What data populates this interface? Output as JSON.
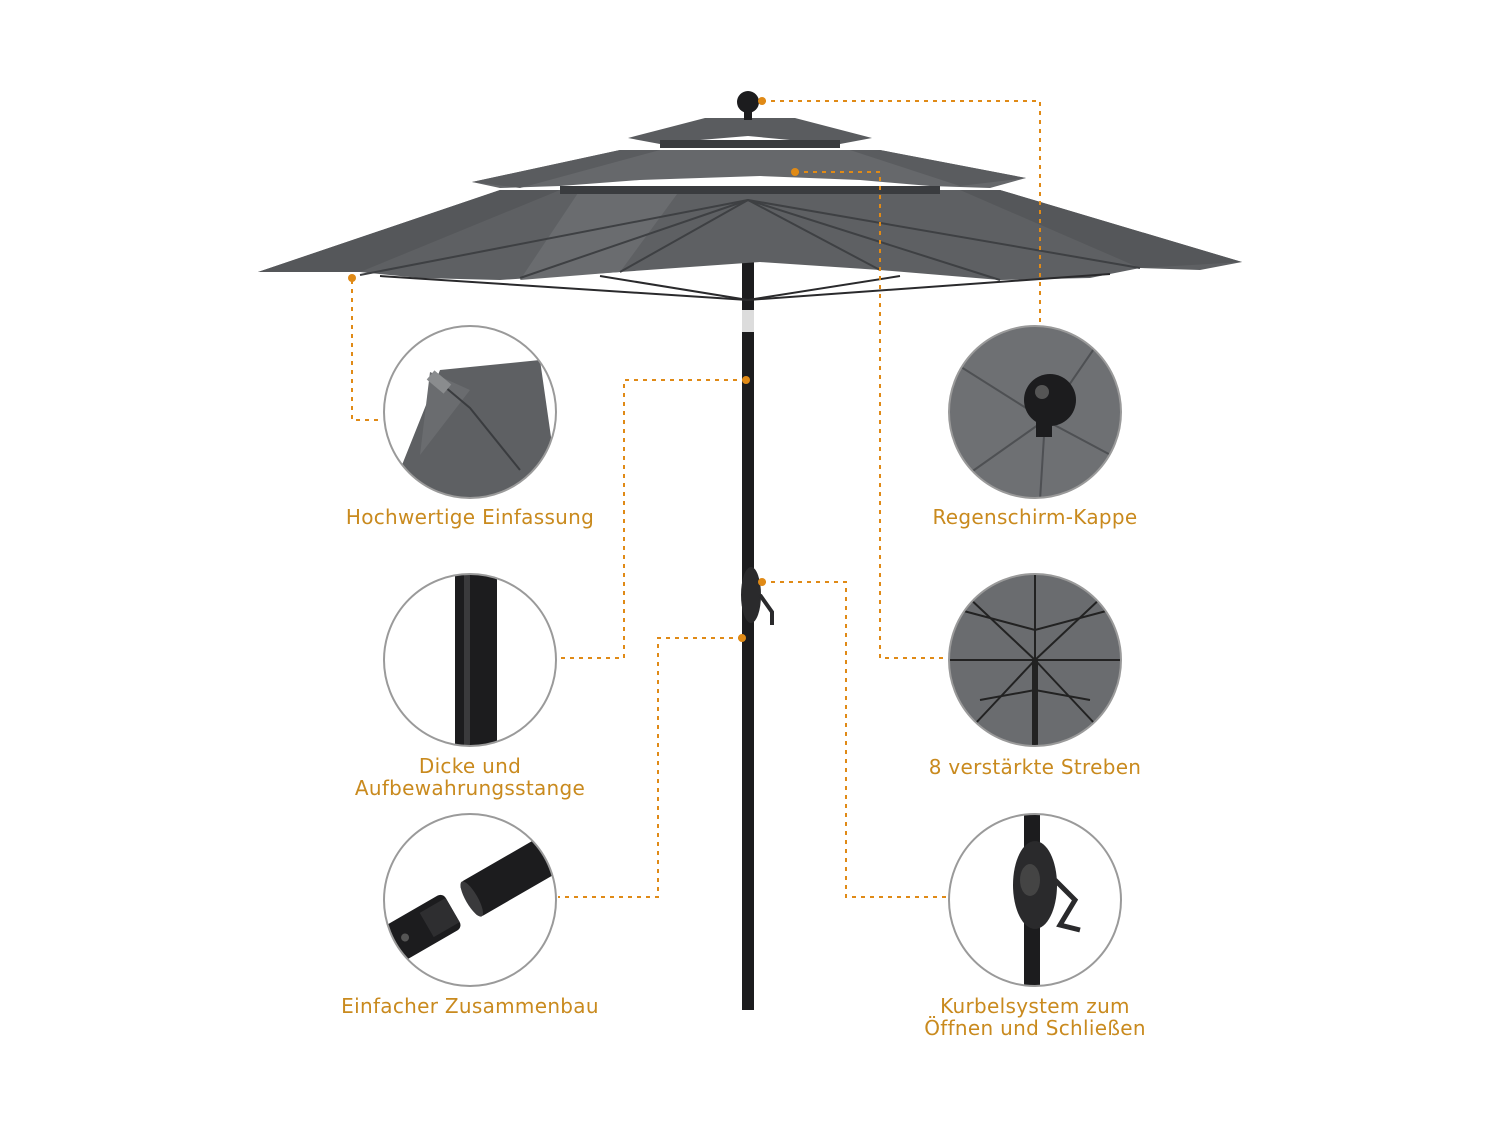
{
  "colors": {
    "accent": "#e08a16",
    "label": "#c98a1e",
    "canopy": "#5e6063",
    "canopy_dark": "#45474a",
    "pole": "#1c1c1e"
  },
  "features": {
    "border": {
      "icon": "canopy-edge-icon",
      "label": "Hochwertige Einfassung"
    },
    "cap": {
      "icon": "finial-cap-icon",
      "label": "Regenschirm-Kappe"
    },
    "pole": {
      "icon": "thick-pole-icon",
      "label_line1": "Dicke und",
      "label_line2": "Aufbewahrungsstange"
    },
    "ribs": {
      "icon": "ribs-icon",
      "label": "8 verstärkte Streben"
    },
    "assembly": {
      "icon": "pole-joint-icon",
      "label": "Einfacher Zusammenbau"
    },
    "crank": {
      "icon": "crank-handle-icon",
      "label_line1": "Kurbelsystem zum",
      "label_line2": "Öffnen und Schließen"
    }
  }
}
